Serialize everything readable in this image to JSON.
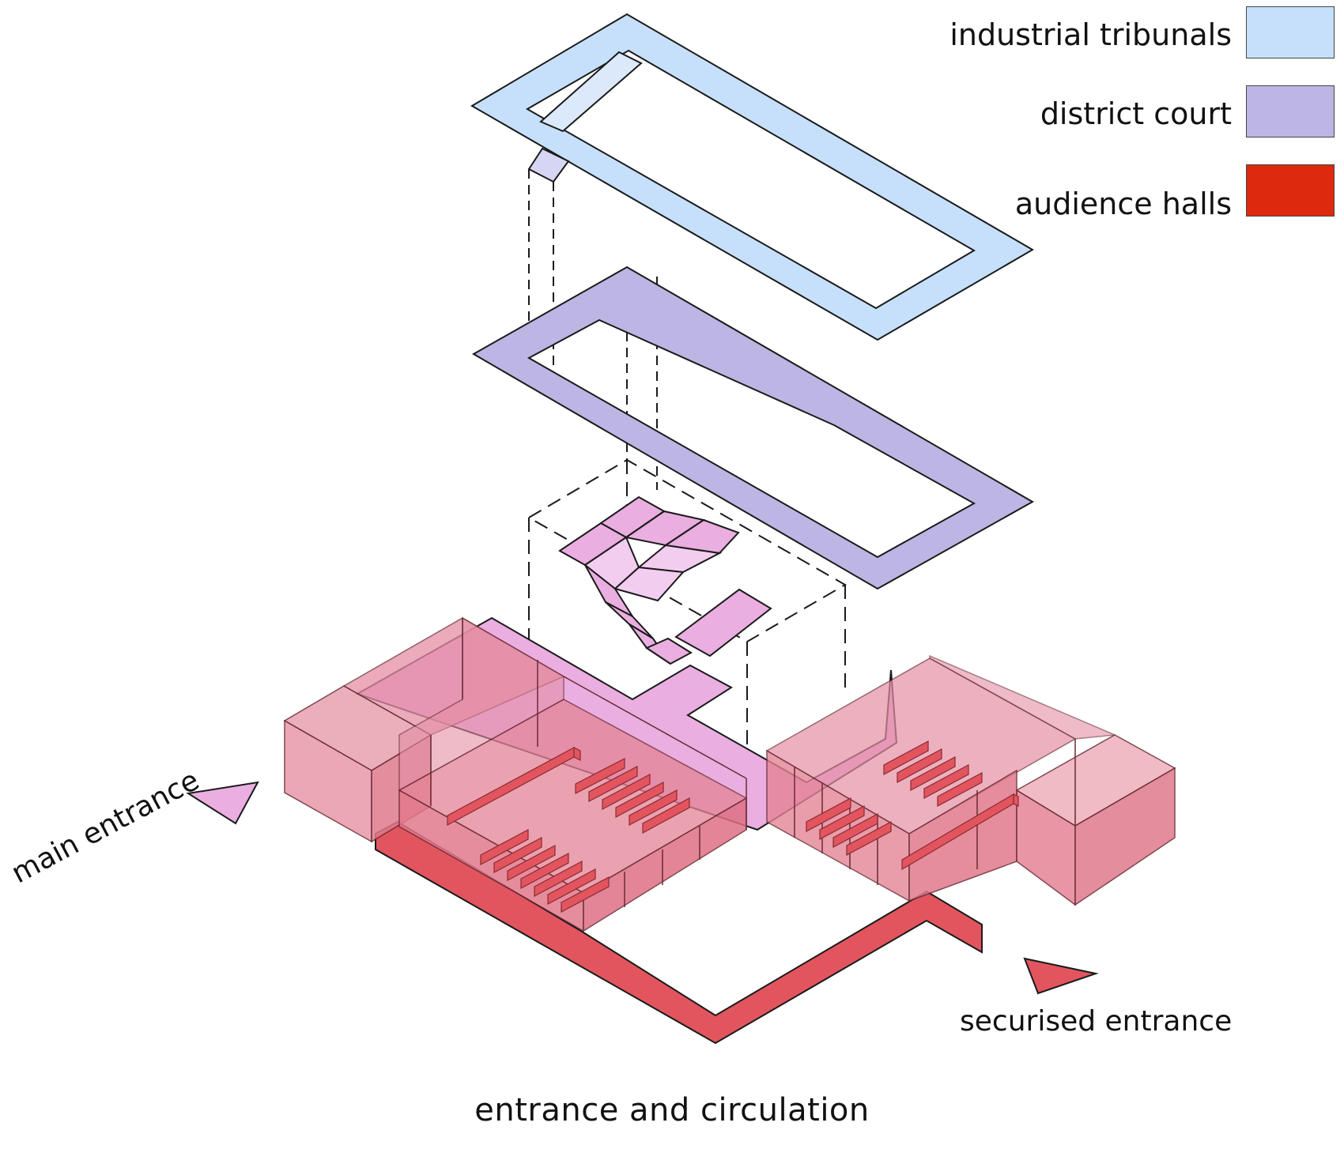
{
  "legend": [
    {
      "label": "industrial tribunals",
      "color": "#c6e0fb"
    },
    {
      "label": "district court",
      "color": "#bdb5e3"
    },
    {
      "label": "audience halls",
      "color": "#dd2a0f"
    }
  ],
  "labels": {
    "main_entrance": "main entrance",
    "securised_entrance": "securised entrance"
  },
  "caption": "entrance and circulation",
  "colors": {
    "tribunals": "#c6e0fb",
    "district_court": "#bdb5e3",
    "circulation": "#eaaee0",
    "halls_volume": "#e07a8c",
    "halls_strip": "#e2555f",
    "main_entrance_arrow": "#eaaee0",
    "securised_entrance_arrow": "#e2555f"
  }
}
